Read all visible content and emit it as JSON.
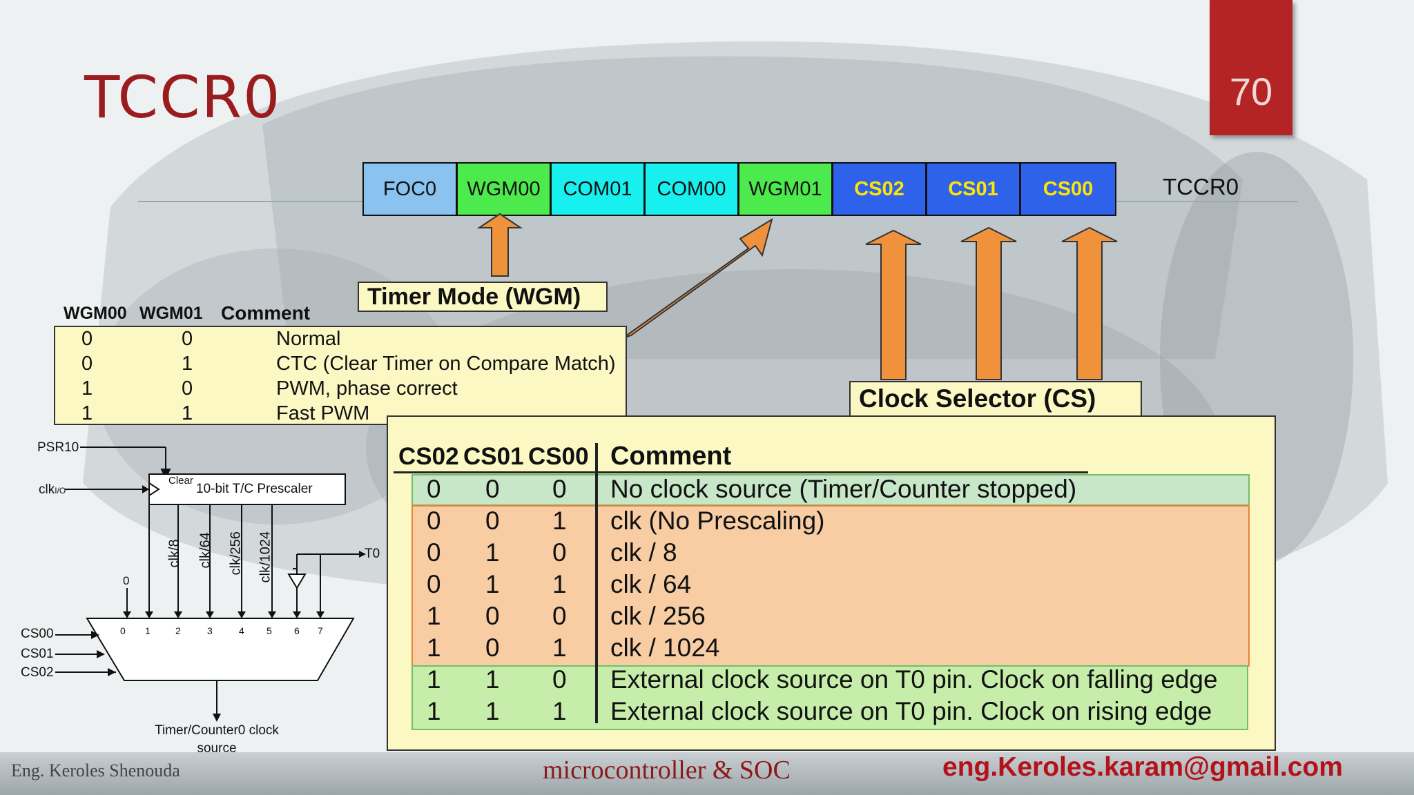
{
  "slide": {
    "title": "TCCR0",
    "page_number": "70"
  },
  "register": {
    "name": "TCCR0",
    "bits": [
      {
        "label": "FOC0",
        "color": "#8ac2f0"
      },
      {
        "label": "WGM00",
        "color": "#4cea4c"
      },
      {
        "label": "COM01",
        "color": "#18f0f0"
      },
      {
        "label": "COM00",
        "color": "#18f0f0"
      },
      {
        "label": "WGM01",
        "color": "#4cea4c"
      },
      {
        "label": "CS02",
        "color": "#2f62ea"
      },
      {
        "label": "CS01",
        "color": "#2f62ea"
      },
      {
        "label": "CS00",
        "color": "#2f62ea"
      }
    ]
  },
  "wgm": {
    "label": "Timer Mode (WGM)",
    "headers": [
      "WGM00",
      "WGM01",
      "Comment"
    ],
    "rows": [
      [
        "0",
        "0",
        "Normal"
      ],
      [
        "0",
        "1",
        "CTC (Clear Timer on Compare Match)"
      ],
      [
        "1",
        "0",
        "PWM, phase correct"
      ],
      [
        "1",
        "1",
        "Fast PWM"
      ]
    ]
  },
  "cs": {
    "label": "Clock Selector (CS)",
    "headers": [
      "CS02",
      "CS01",
      "CS00",
      "Comment"
    ],
    "rows": [
      [
        "0",
        "0",
        "0",
        "No clock source (Timer/Counter stopped)"
      ],
      [
        "0",
        "0",
        "1",
        "clk (No Prescaling)"
      ],
      [
        "0",
        "1",
        "0",
        "clk / 8"
      ],
      [
        "0",
        "1",
        "1",
        "clk / 64"
      ],
      [
        "1",
        "0",
        "0",
        "clk / 256"
      ],
      [
        "1",
        "0",
        "1",
        "clk / 1024"
      ],
      [
        "1",
        "1",
        "0",
        "External clock source on T0 pin. Clock on falling edge"
      ],
      [
        "1",
        "1",
        "1",
        "External clock source on T0 pin. Clock on rising edge"
      ]
    ],
    "band_colors": {
      "stopped": "#c8e6c8",
      "prescaler": "#f8cda4",
      "external": "#c6eeaa"
    }
  },
  "prescaler": {
    "psr": "PSR10",
    "clk_main": "clk",
    "clk_sub": "I/O",
    "clear": "Clear",
    "name": "10-bit T/C Prescaler",
    "taps": [
      "clk/8",
      "clk/64",
      "clk/256",
      "clk/1024"
    ],
    "t0": "T0",
    "zero": "0",
    "mux_inputs": [
      "0",
      "1",
      "2",
      "3",
      "4",
      "5",
      "6",
      "7"
    ],
    "selects": [
      "CS00",
      "CS01",
      "CS02"
    ],
    "output": "Timer/Counter0 clock source"
  },
  "footer": {
    "author": "Eng. Keroles Shenouda",
    "course": "microcontroller & SOC",
    "email": "eng.Keroles.karam@gmail.com"
  },
  "colors": {
    "arrow": "#f0923c",
    "title": "#9b1c1f",
    "accent": "#b52424"
  }
}
